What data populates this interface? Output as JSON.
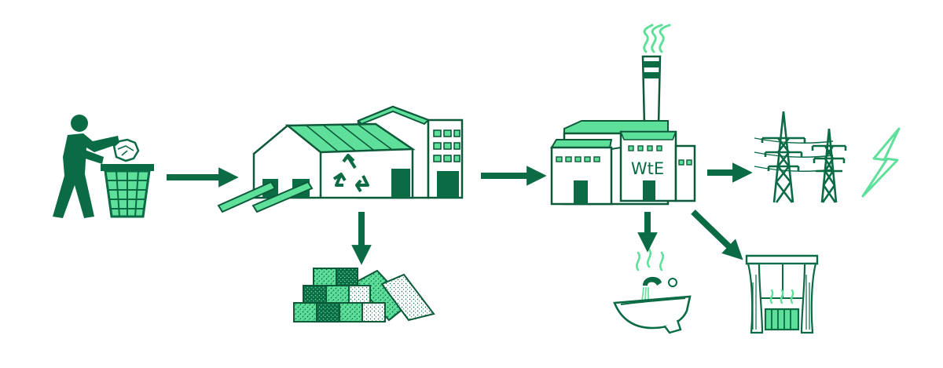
{
  "colors": {
    "dark_green": "#0a6b45",
    "light_green": "#5ee09a",
    "outline": "#0d5a3a",
    "white": "#ffffff"
  },
  "nodes": [
    {
      "id": "person-trash",
      "icon": "person-throwing-trash-icon"
    },
    {
      "id": "sorting-facility",
      "icon": "recycling-plant-icon"
    },
    {
      "id": "recyclables",
      "icon": "recycled-material-bales-icon"
    },
    {
      "id": "wte-plant",
      "icon": "waste-to-energy-plant-icon",
      "label": "WtE"
    },
    {
      "id": "power-grid",
      "icon": "power-pylons-icon"
    },
    {
      "id": "lightning",
      "icon": "lightning-bolt-icon"
    },
    {
      "id": "hot-water",
      "icon": "hot-water-sink-icon"
    },
    {
      "id": "heating",
      "icon": "radiator-heating-icon"
    }
  ],
  "edges": [
    {
      "from": "person-trash",
      "to": "sorting-facility"
    },
    {
      "from": "sorting-facility",
      "to": "recyclables"
    },
    {
      "from": "sorting-facility",
      "to": "wte-plant"
    },
    {
      "from": "wte-plant",
      "to": "power-grid"
    },
    {
      "from": "wte-plant",
      "to": "hot-water"
    },
    {
      "from": "wte-plant",
      "to": "heating"
    }
  ]
}
